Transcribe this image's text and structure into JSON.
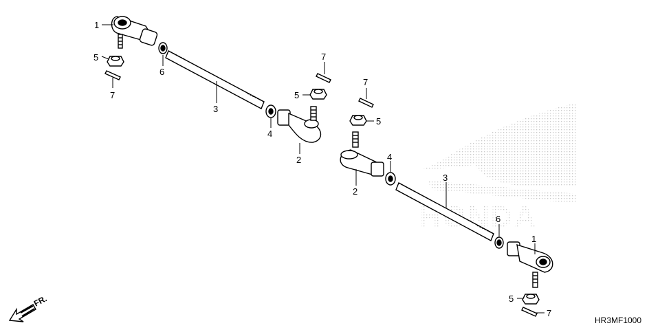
{
  "diagram_code": "HR3MF1000",
  "direction_label": "FR.",
  "watermark": "HONDA",
  "callouts": {
    "c1a": "1",
    "c5a": "5",
    "c7a": "7",
    "c6a": "6",
    "c3a": "3",
    "c7b": "7",
    "c5b": "5",
    "c4a": "4",
    "c2a": "2",
    "c7c": "7",
    "c5c": "5",
    "c2b": "2",
    "c4b": "4",
    "c3b": "3",
    "c6b": "6",
    "c1b": "1",
    "c5d": "5",
    "c7d": "7"
  },
  "icons": [
    "honda-wing-watermark",
    "fr-arrow-icon"
  ]
}
